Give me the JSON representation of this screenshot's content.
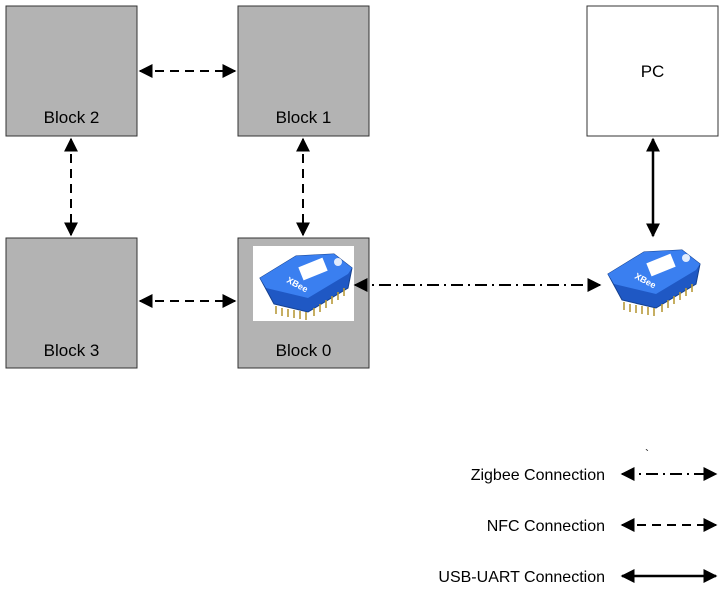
{
  "diagram": {
    "nodes": {
      "block2": {
        "label": "Block 2",
        "fill": "#b3b3b3"
      },
      "block1": {
        "label": "Block 1",
        "fill": "#b3b3b3"
      },
      "block3": {
        "label": "Block 3",
        "fill": "#b3b3b3"
      },
      "block0": {
        "label": "Block 0",
        "fill": "#b3b3b3"
      },
      "pc": {
        "label": "PC",
        "fill": "#ffffff"
      }
    },
    "module_icon_name": "xbee-module-icon",
    "edges": [
      {
        "from": "Block 2",
        "to": "Block 1",
        "type": "nfc"
      },
      {
        "from": "Block 2",
        "to": "Block 3",
        "type": "nfc"
      },
      {
        "from": "Block 1",
        "to": "Block 0",
        "type": "nfc"
      },
      {
        "from": "Block 3",
        "to": "Block 0",
        "type": "nfc"
      },
      {
        "from": "Block 0",
        "to": "XBee",
        "type": "zigbee"
      },
      {
        "from": "PC",
        "to": "XBee",
        "type": "usb-uart"
      }
    ],
    "stray_mark": "`"
  },
  "legend": {
    "zigbee": "Zigbee Connection",
    "nfc": "NFC Connection",
    "usb_uart": "USB-UART Connection"
  },
  "colors": {
    "block_fill": "#b3b3b3",
    "border": "#333333",
    "module_blue": "#2d6ee0",
    "line": "#000000"
  }
}
